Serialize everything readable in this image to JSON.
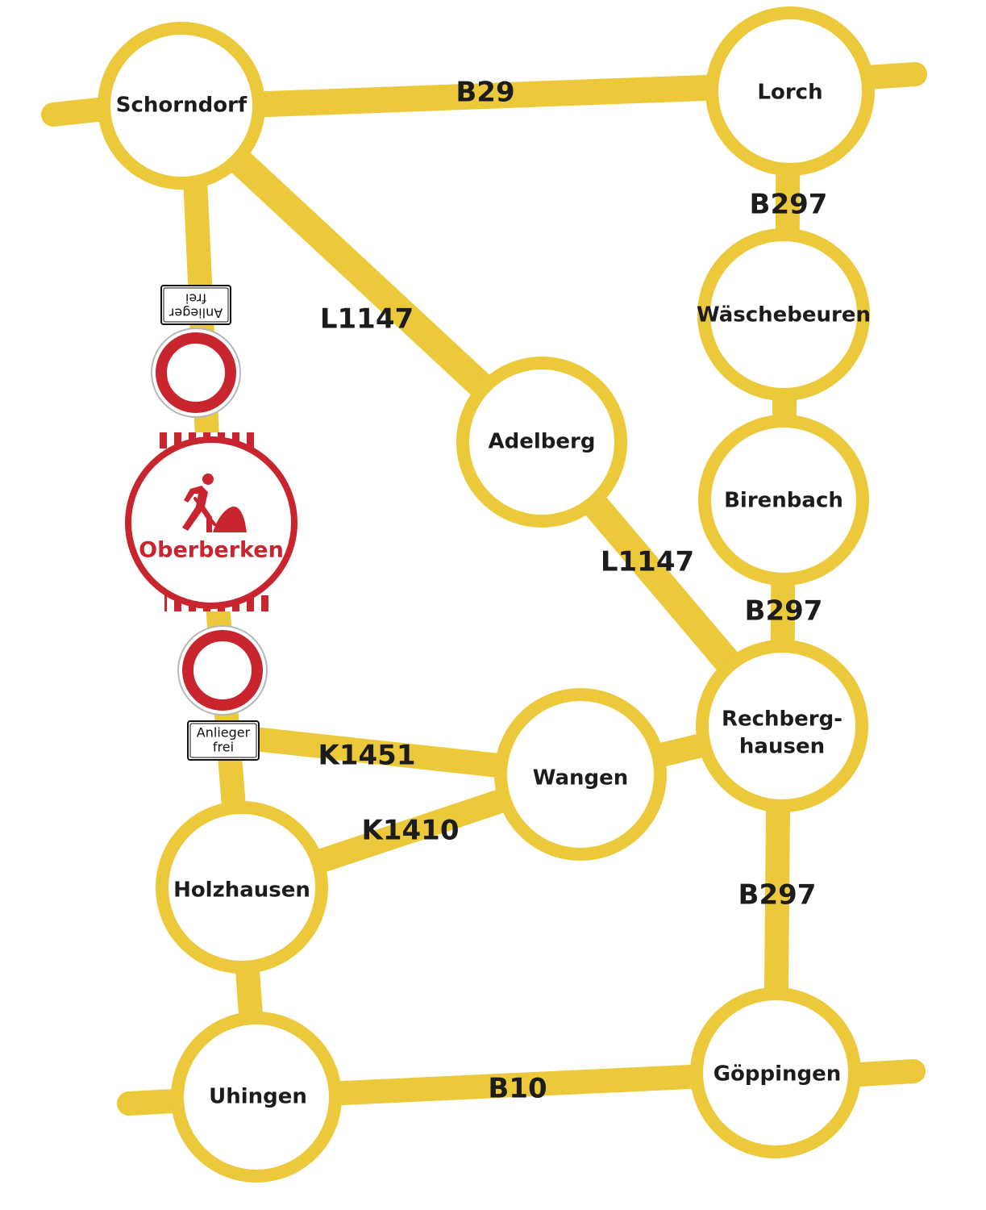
{
  "colors": {
    "road": "#ecc93a",
    "node_fill": "#ffffff",
    "closure_red": "#c9252f",
    "text": "#1c1c1c"
  },
  "towns": [
    {
      "id": "schorndorf",
      "label": "Schorndorf"
    },
    {
      "id": "lorch",
      "label": "Lorch"
    },
    {
      "id": "waeschebeuren",
      "label": "Wäschebeuren"
    },
    {
      "id": "adelberg",
      "label": "Adelberg"
    },
    {
      "id": "birenbach",
      "label": "Birenbach"
    },
    {
      "id": "rechberghausen",
      "label_line1": "Rechberg-",
      "label_line2": "hausen"
    },
    {
      "id": "wangen",
      "label": "Wangen"
    },
    {
      "id": "holzhausen",
      "label": "Holzhausen"
    },
    {
      "id": "uhingen",
      "label": "Uhingen"
    },
    {
      "id": "goeppingen",
      "label": "Göppingen"
    }
  ],
  "roads": [
    {
      "label": "B29",
      "from": "schorndorf",
      "to": "lorch"
    },
    {
      "label": "B297",
      "from": "lorch",
      "to": "waeschebeuren"
    },
    {
      "label": "L1147",
      "from": "schorndorf",
      "to": "adelberg"
    },
    {
      "label": "L1147",
      "from": "adelberg",
      "to": "rechberghausen"
    },
    {
      "label": "B297",
      "from": "birenbach",
      "to": "rechberghausen"
    },
    {
      "label": "K1451",
      "from": "holzhausen",
      "to": "wangen"
    },
    {
      "label": "K1410",
      "from": "holzhausen",
      "to": "wangen"
    },
    {
      "label": "B297",
      "from": "rechberghausen",
      "to": "goeppingen"
    },
    {
      "label": "B10",
      "from": "uhingen",
      "to": "goeppingen"
    }
  ],
  "construction_site": {
    "label": "Oberberken",
    "icon": "road-works-icon"
  },
  "closure_signs": [
    {
      "id": "north",
      "icon": "no-entry-sign-icon",
      "plate_line1": "Anlieger",
      "plate_line2": "frei",
      "plate_rotated": true
    },
    {
      "id": "south",
      "icon": "no-entry-sign-icon",
      "plate_line1": "Anlieger",
      "plate_line2": "frei",
      "plate_rotated": false
    }
  ]
}
